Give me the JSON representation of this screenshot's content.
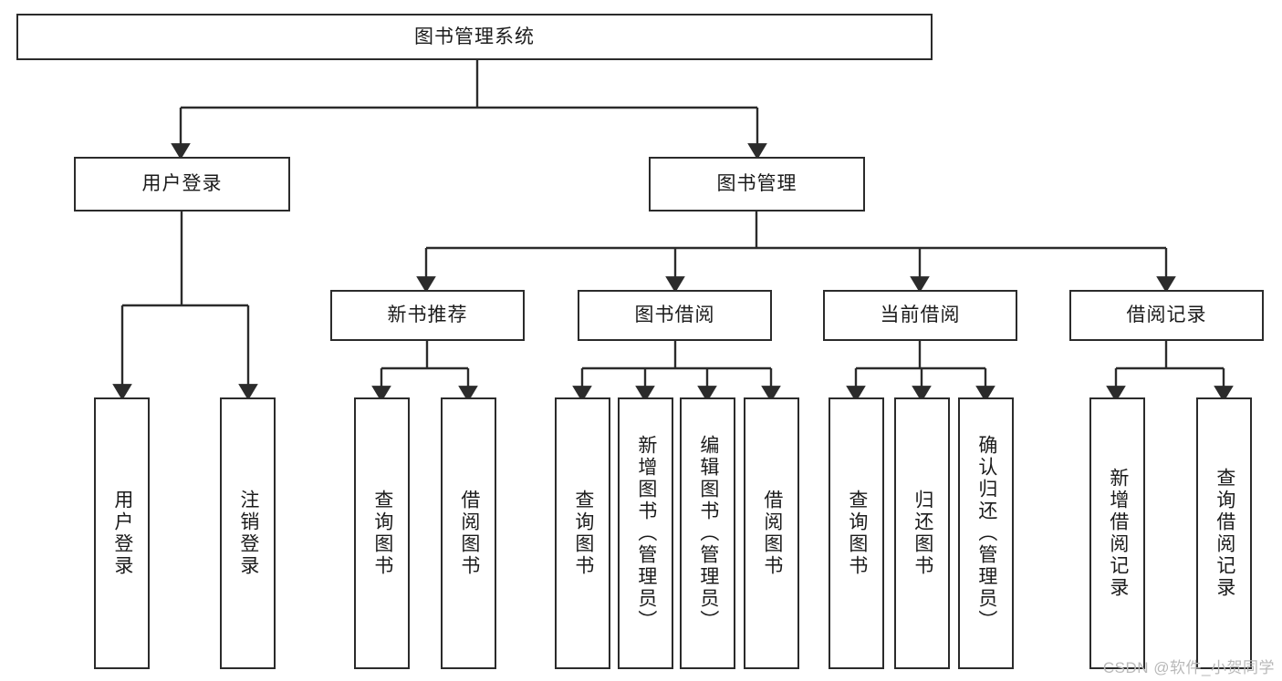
{
  "diagram": {
    "title": "图书管理系统",
    "watermark": "CSDN @软件_小贺同学",
    "type": "tree-hierarchy",
    "colors": {
      "stroke": "#2b2b2b",
      "fill": "#ffffff",
      "text": "#1b1b1b",
      "watermark": "#b9b9b9"
    },
    "root": {
      "label": "图书管理系统",
      "orientation": "horizontal"
    },
    "level2": [
      {
        "label": "用户登录",
        "orientation": "horizontal"
      },
      {
        "label": "图书管理",
        "orientation": "horizontal"
      }
    ],
    "level3": [
      {
        "label": "新书推荐",
        "orientation": "horizontal"
      },
      {
        "label": "图书借阅",
        "orientation": "horizontal"
      },
      {
        "label": "当前借阅",
        "orientation": "horizontal"
      },
      {
        "label": "借阅记录",
        "orientation": "horizontal"
      }
    ],
    "leaves_user_login": [
      {
        "label": "用户登录",
        "orientation": "vertical"
      },
      {
        "label": "注销登录",
        "orientation": "vertical"
      }
    ],
    "leaves_new_book": [
      {
        "label": "查询图书",
        "orientation": "vertical"
      },
      {
        "label": "借阅图书",
        "orientation": "vertical"
      }
    ],
    "leaves_borrow": [
      {
        "label": "查询图书",
        "orientation": "vertical"
      },
      {
        "label": "新增图书（管理员）",
        "orientation": "vertical"
      },
      {
        "label": "编辑图书（管理员）",
        "orientation": "vertical"
      },
      {
        "label": "借阅图书",
        "orientation": "vertical"
      }
    ],
    "leaves_current": [
      {
        "label": "查询图书",
        "orientation": "vertical"
      },
      {
        "label": "归还图书",
        "orientation": "vertical"
      },
      {
        "label": "确认归还（管理员）",
        "orientation": "vertical"
      }
    ],
    "leaves_records": [
      {
        "label": "新增借阅记录",
        "orientation": "vertical"
      },
      {
        "label": "查询借阅记录",
        "orientation": "vertical"
      }
    ]
  }
}
